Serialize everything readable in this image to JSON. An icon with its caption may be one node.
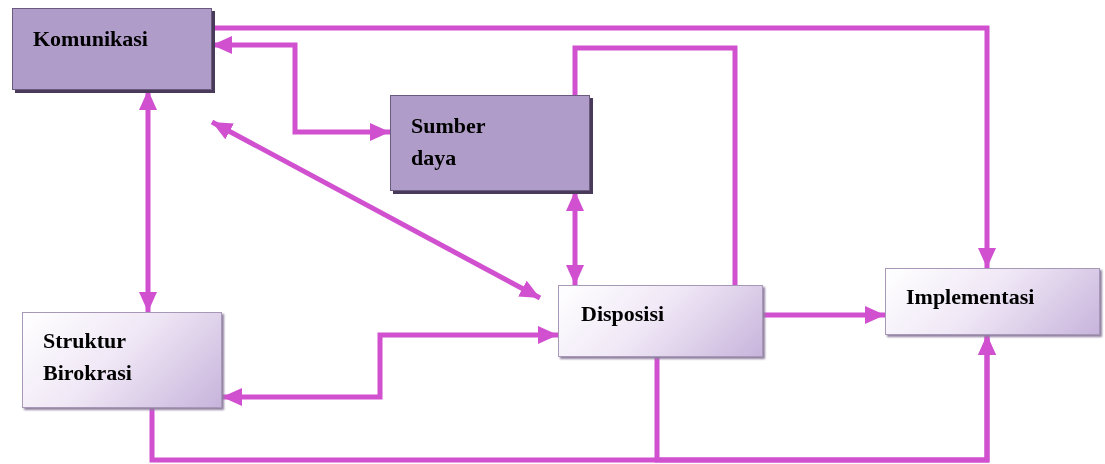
{
  "diagram": {
    "nodes": [
      {
        "text": [
          "Komunikasi"
        ]
      },
      {
        "text": [
          "Sumber daya"
        ]
      },
      {
        "text": [
          "Disposisi"
        ]
      },
      {
        "text": [
          "Implementasi"
        ]
      },
      {
        "text": [
          "Struktur Birokrasi"
        ]
      }
    ],
    "edges": [
      {
        "from": 0,
        "to": 1,
        "arrow": "both"
      },
      {
        "from": 0,
        "to": 3,
        "arrow": "to"
      },
      {
        "from": 0,
        "to": 4,
        "arrow": "both"
      },
      {
        "from": 0,
        "to": 2,
        "arrow": "both"
      },
      {
        "from": 1,
        "to": 2,
        "arrow": "both"
      },
      {
        "from": 1,
        "to": 2,
        "arrow": "none"
      },
      {
        "from": 2,
        "to": 3,
        "arrow": "to"
      },
      {
        "from": 4,
        "to": 2,
        "arrow": "both"
      },
      {
        "from": 4,
        "to": 3,
        "arrow": "to"
      },
      {
        "from": 2,
        "to": 3,
        "arrow": "to"
      }
    ]
  }
}
